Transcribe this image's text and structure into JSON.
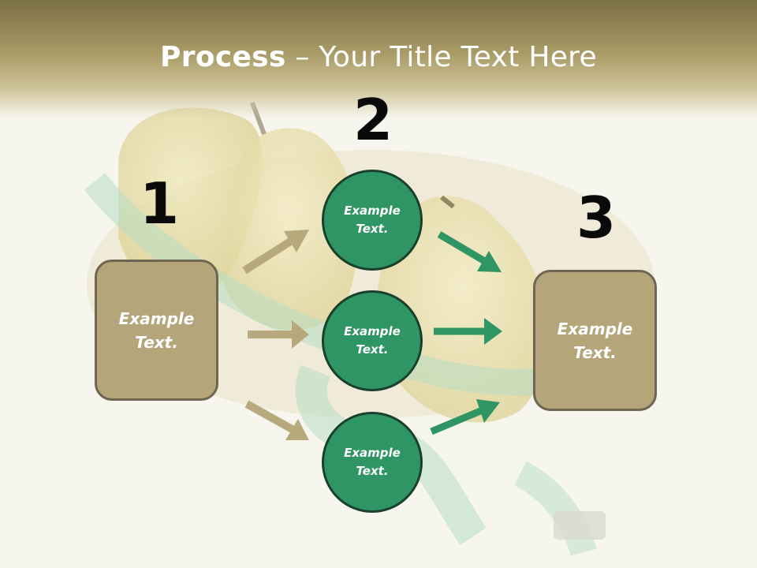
{
  "slide": {
    "title_bold": "Process",
    "title_rest": " – Your Title Text Here"
  },
  "steps": {
    "n1": "1",
    "n2": "2",
    "n3": "3"
  },
  "boxes": {
    "left": "Example\nText.",
    "right": "Example\nText."
  },
  "circles": {
    "top": "Example\nText.",
    "middle": "Example\nText.",
    "bottom": "Example\nText."
  },
  "colors": {
    "box_fill": "#b4a57a",
    "circle_fill": "#2f9565",
    "tan_arrow": "#b7a97c",
    "green_arrow": "#2f9565",
    "title_band": "#a89b66"
  }
}
